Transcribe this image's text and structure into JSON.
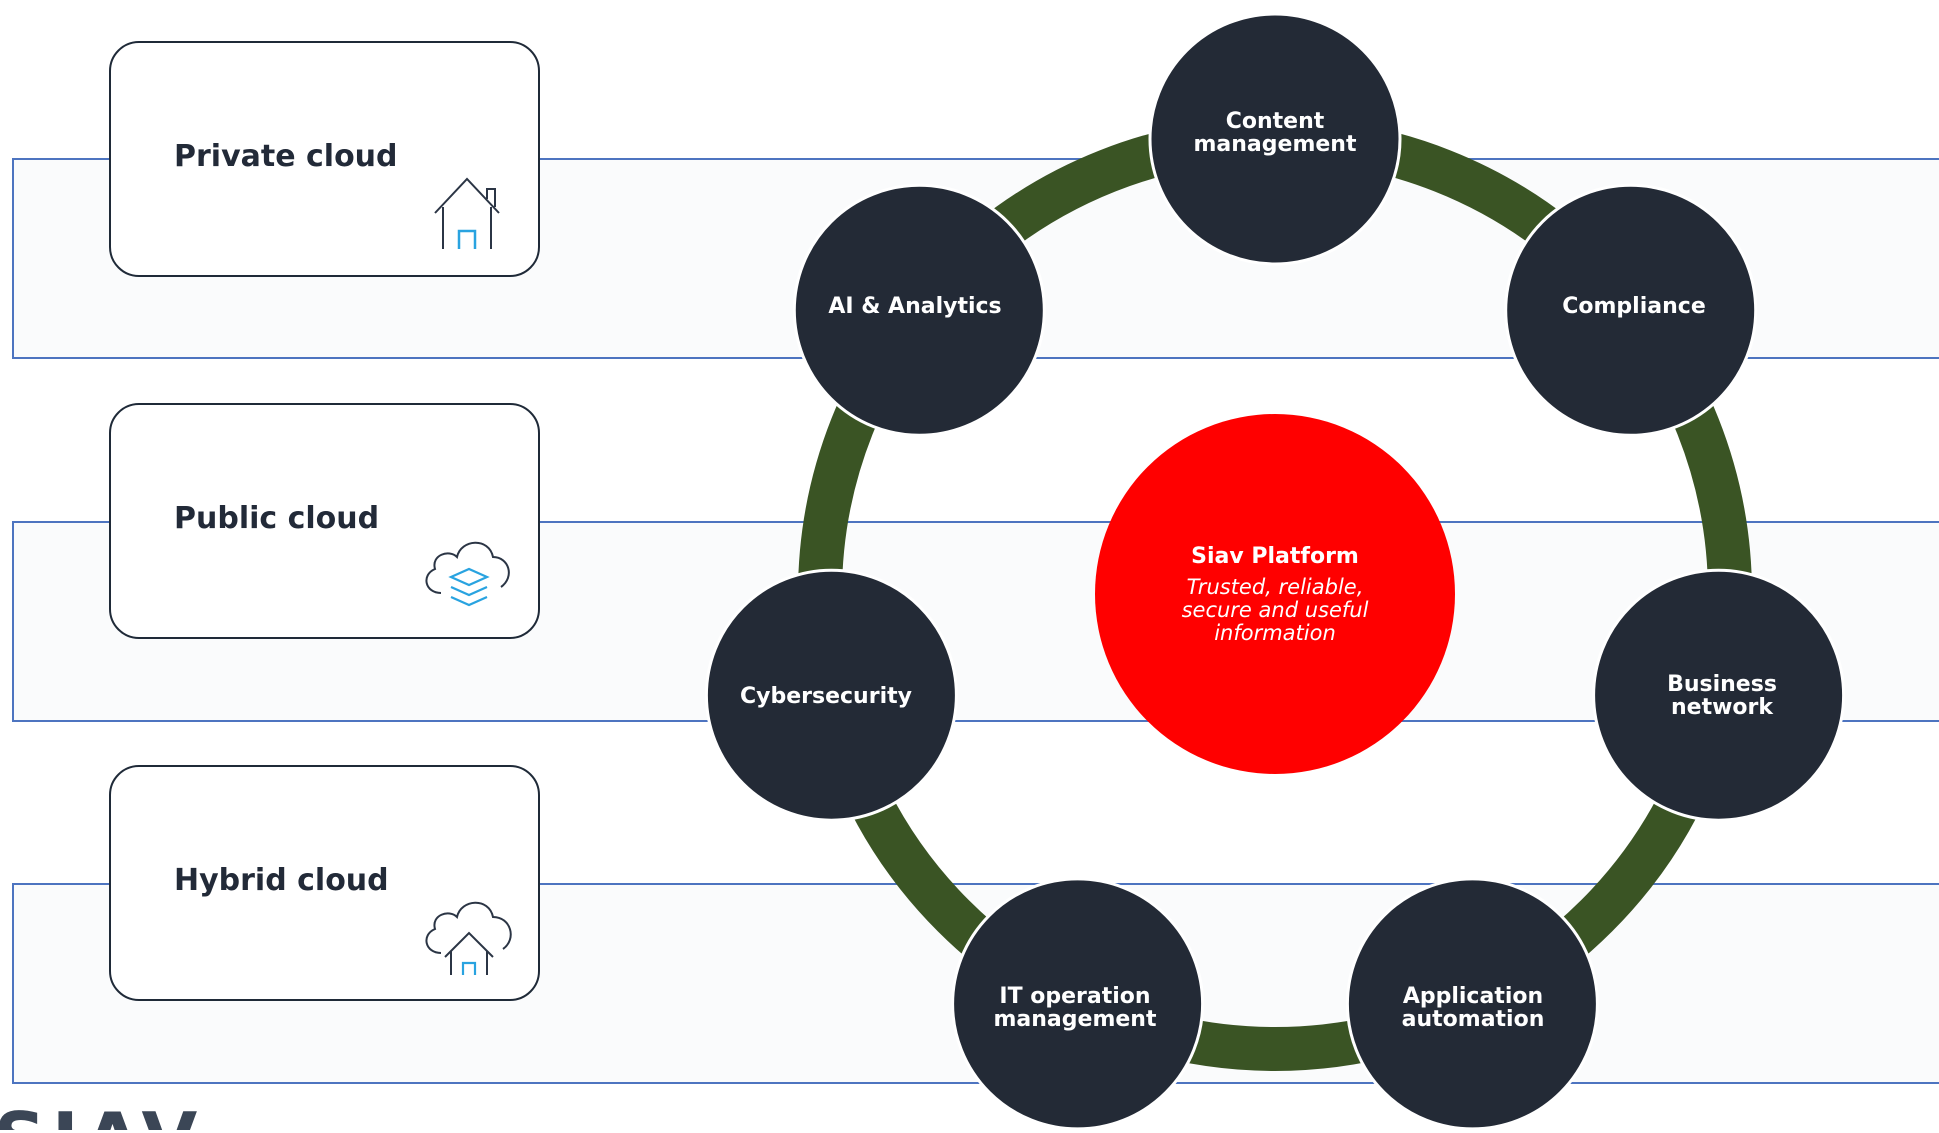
{
  "deployment_options": [
    {
      "label": "Private cloud",
      "icon": "house-icon"
    },
    {
      "label": "Public cloud",
      "icon": "cloud-layers-icon"
    },
    {
      "label": "Hybrid cloud",
      "icon": "cloud-house-icon"
    }
  ],
  "platform": {
    "title": "Siav Platform",
    "subtitle": "Trusted, reliable, secure and useful information"
  },
  "capabilities": [
    {
      "label": "Content management"
    },
    {
      "label": "Compliance"
    },
    {
      "label": "Business network"
    },
    {
      "label": "Application automation"
    },
    {
      "label": "IT operation management"
    },
    {
      "label": "Cybersecurity"
    },
    {
      "label": "AI & Analytics"
    }
  ],
  "logo": {
    "text": "SIAV"
  },
  "colors": {
    "node": "#232a36",
    "center": "#ff0000",
    "ring": "#3a5424",
    "band_border": "#4d74c0",
    "icon_accent": "#29a3e0",
    "text_dark": "#222a38"
  }
}
